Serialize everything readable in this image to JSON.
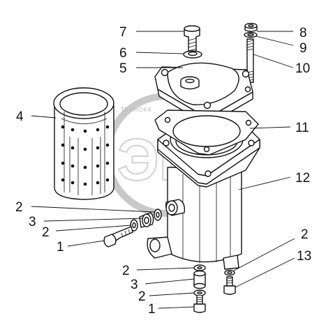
{
  "watermark": {
    "small_text": "ТЕХНОКА",
    "big_text": "ЭПЛ"
  },
  "callouts": [
    {
      "id": "c7",
      "text": "7"
    },
    {
      "id": "c6",
      "text": "6"
    },
    {
      "id": "c5",
      "text": "5"
    },
    {
      "id": "c8",
      "text": "8"
    },
    {
      "id": "c9",
      "text": "9"
    },
    {
      "id": "c10",
      "text": "10"
    },
    {
      "id": "c4",
      "text": "4"
    },
    {
      "id": "c11",
      "text": "11"
    },
    {
      "id": "c12",
      "text": "12"
    },
    {
      "id": "c2a",
      "text": "2"
    },
    {
      "id": "c3a",
      "text": "3"
    },
    {
      "id": "c2b",
      "text": "2"
    },
    {
      "id": "c1a",
      "text": "1"
    },
    {
      "id": "c2c",
      "text": "2"
    },
    {
      "id": "c13",
      "text": "13"
    },
    {
      "id": "c2d",
      "text": "2"
    },
    {
      "id": "c3b",
      "text": "3"
    },
    {
      "id": "c2e",
      "text": "2"
    },
    {
      "id": "c1b",
      "text": "1"
    }
  ]
}
